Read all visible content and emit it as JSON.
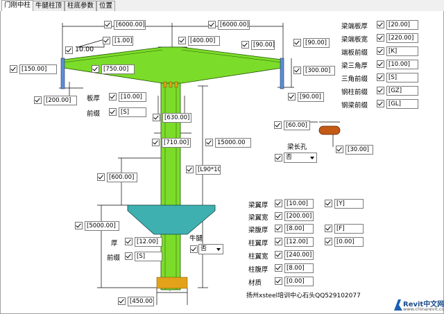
{
  "tabs": [
    {
      "label": "门刚中柱",
      "active": true
    },
    {
      "label": "牛腿柱顶",
      "active": false
    },
    {
      "label": "柱底参数",
      "active": false
    },
    {
      "label": "位置",
      "active": false
    }
  ],
  "drawing_fields": {
    "span_left": "[6000.00]",
    "span_right": "[6000.00]",
    "slope_ratio": "[1.00]",
    "slope_label": "10.00",
    "left_end_height": "[150.00]",
    "center_height": "[750.00]",
    "haunch_length": "[400.00]",
    "end_plate_top_right": "[90.00]",
    "end_plate_top_right2": "[90.00]",
    "right_depth": "[300.00]",
    "right_lower": "[90.00]",
    "end_plate_bottom_left": "[200.00]",
    "plate_thickness": "[10.00]",
    "front_weld": "[S]",
    "col_section_width": "[630.00]",
    "col_width": "[710.00]",
    "col_height": "15000.00",
    "angle_steel": "[L90*10]",
    "bracket_top_dist": "[600.00]",
    "bracket_height": "[5000.00]",
    "bracket_thickness": "[12.00]",
    "bracket_weld": "[S]",
    "base_width": "[450.00]",
    "slot_size": "[60.00]",
    "slot_gap": "[30.00]"
  },
  "labels": {
    "plate_thickness": "板厚",
    "front_weld": "前缀",
    "bracket_thickness": "厚",
    "bracket_weld": "前缀",
    "bracket": "牛腿",
    "long_hole": "梁长孔",
    "credit": "扬州xsteel培训中心石头QQ529102077"
  },
  "selects": {
    "long_hole": "否",
    "bracket": "否"
  },
  "right_panel": [
    {
      "label": "梁端板厚",
      "value": "[20.00]"
    },
    {
      "label": "梁端板宽",
      "value": "[220.00]"
    },
    {
      "label": "端板前缀",
      "value": "[K]"
    },
    {
      "label": "梁三角厚",
      "value": "[10.00]"
    },
    {
      "label": "三角前缀",
      "value": "[S]"
    },
    {
      "label": "钢柱前缀",
      "value": "[GZ]"
    },
    {
      "label": "钢梁前缀",
      "value": "[GL]"
    }
  ],
  "bottom_panel": [
    {
      "label": "梁翼厚",
      "value": "[10.00]",
      "extra": "[Y]"
    },
    {
      "label": "梁翼宽",
      "value": "[200.00]",
      "extra": ""
    },
    {
      "label": "梁腹厚",
      "value": "[8.00]",
      "extra": "[F]"
    },
    {
      "label": "柱翼厚",
      "value": "[12.00]",
      "extra": "[0.00]"
    },
    {
      "label": "柱翼宽",
      "value": "[240.00]",
      "extra": ""
    },
    {
      "label": "柱腹厚",
      "value": "[8.00]",
      "extra": ""
    },
    {
      "label": "材质",
      "value": "[0.00]",
      "extra": ""
    }
  ],
  "watermark": {
    "brand": "Revit中文网",
    "url": "www.chinarevit.com"
  },
  "colors": {
    "steel": "#7cdc2a",
    "bracket": "#3fb0b0",
    "plate": "#5b8fd6",
    "bolt": "#e2a21a",
    "slot": "#c45a16"
  }
}
